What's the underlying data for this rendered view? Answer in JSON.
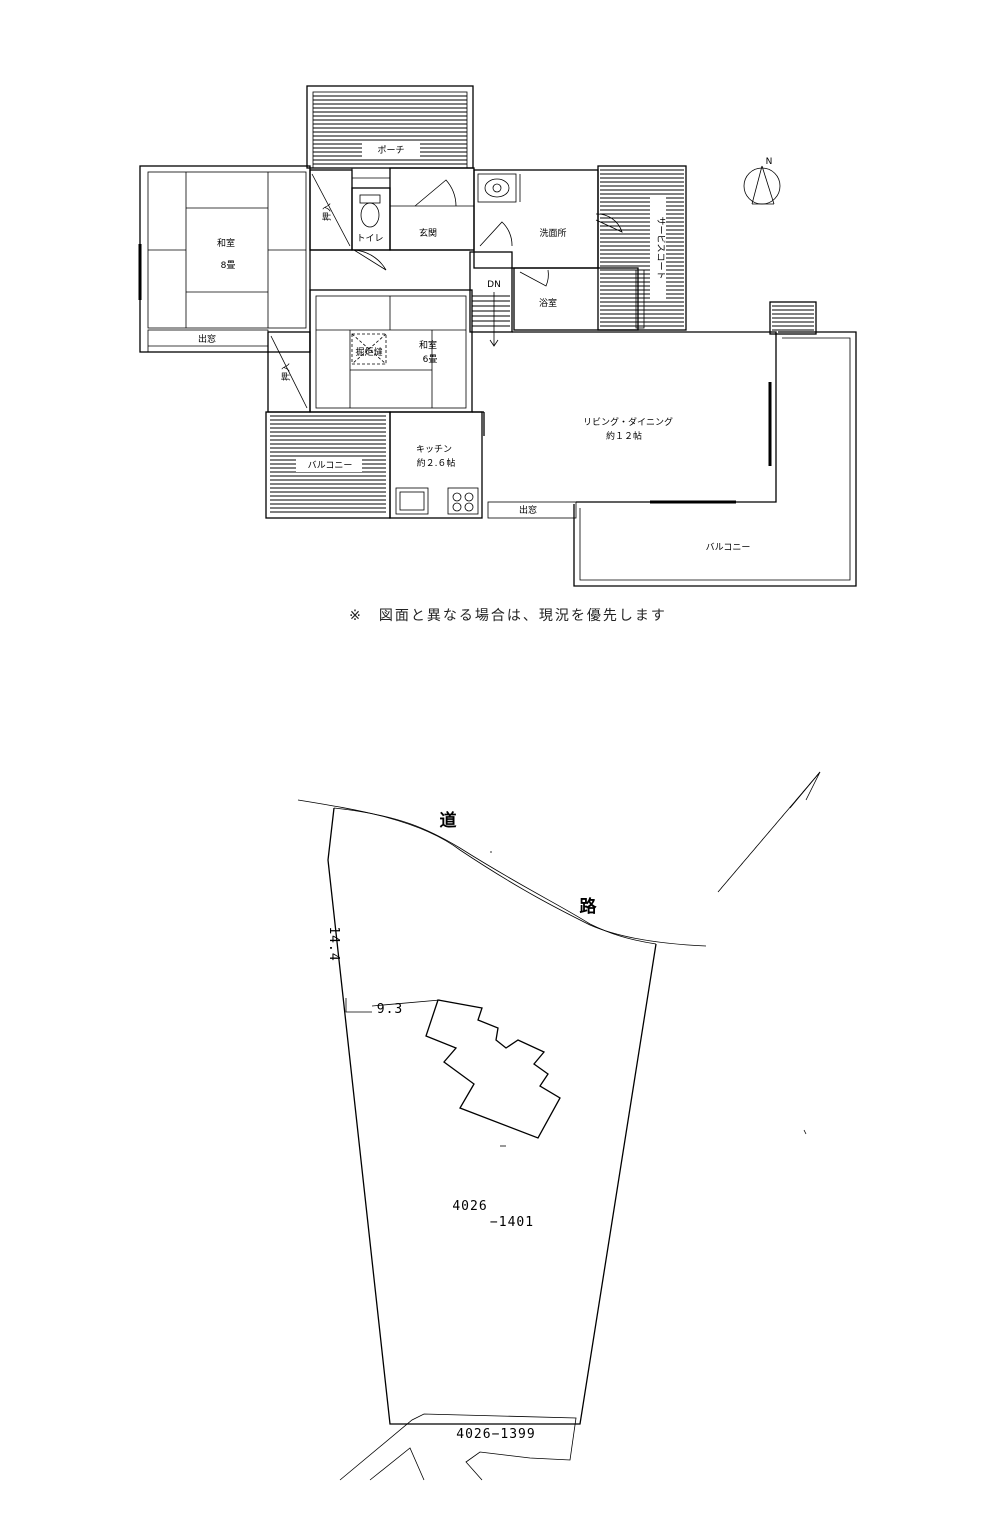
{
  "floor_plan": {
    "rooms": {
      "porch": "ポーチ",
      "washitsu_8": "和室",
      "washitsu_8_size": "8畳",
      "closet_left": "押入",
      "toilet": "トイレ",
      "entrance": "玄関",
      "washroom": "洗面所",
      "service_court": "サービスコート",
      "down_mark": "DN",
      "bath": "浴室",
      "demado_left": "出窓",
      "closet_lower": "押入",
      "horigotatsu": "掘炬燵",
      "washitsu_6": "和室",
      "washitsu_6_size": "6畳",
      "living": "リビング・ダイニング",
      "living_size": "約１２帖",
      "kitchen": "キッチン",
      "kitchen_size": "約２.６帖",
      "balcony_left": "バルコニー",
      "demado_right": "出窓",
      "balcony_right": "バルコニー"
    },
    "compass_label": "N",
    "note": "※　図面と異なる場合は、現況を優先します"
  },
  "site_plan": {
    "road_char_1": "道",
    "road_char_2": "路",
    "dim_left": "14.4",
    "dim_setback": "9.3",
    "lot_number_line1": "4026",
    "lot_number_line2": "−1401",
    "neighbor_lot": "4026−1399"
  }
}
